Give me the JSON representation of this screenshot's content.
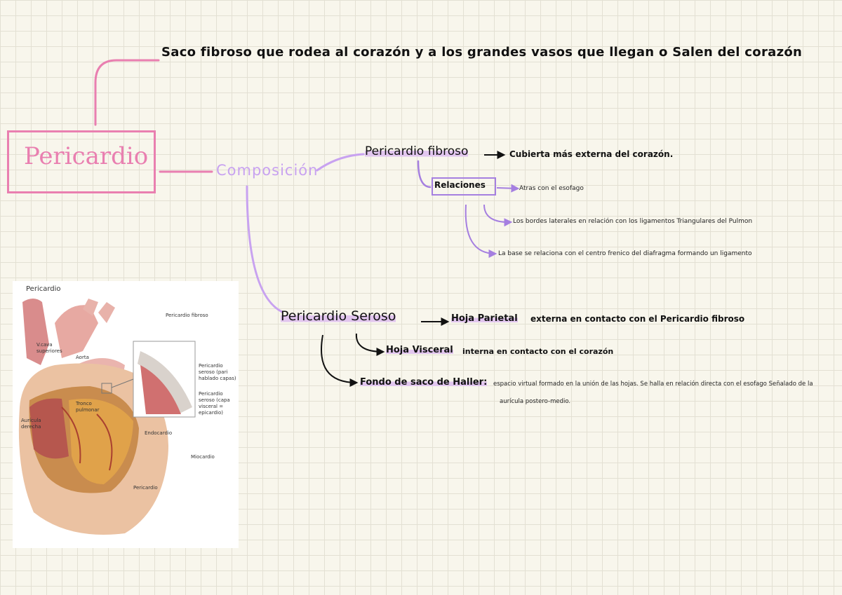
{
  "definition": "Saco fibroso que rodea al corazón y a los grandes vasos que llegan o Salen del corazón",
  "title": "Pericardio",
  "composicion": "Composición",
  "fibroso": {
    "label": "Pericardio fibroso",
    "desc": "Cubierta más externa del corazón."
  },
  "relaciones": {
    "label": "Relaciones",
    "items": [
      "Atras con el esofago",
      "Los bordes laterales en relación con los ligamentos Triangulares del Pulmon",
      "La base se relaciona con el centro frenico del diafragma formando un ligamento"
    ]
  },
  "seroso": {
    "label": "Pericardio Seroso",
    "parietal_label": "Hoja Parietal",
    "parietal_desc": "externa en contacto con el Pericardio fibroso",
    "visceral_label": "Hoja Visceral",
    "visceral_desc": "interna en contacto con el corazón",
    "haller_label": "Fondo de saco de Haller:",
    "haller_desc_1": "espacio virtual formado en la unión de las hojas. Se halla en relación directa con el esofago Señalado de la",
    "haller_desc_2": "aurícula postero-medio."
  },
  "figure": {
    "title": "Pericardio",
    "labels": {
      "vcava": "V.cava superiores",
      "aorta": "Aorta",
      "tronco": "Tronco pulmonar",
      "auricula": "Aurícula derecha",
      "fibroso": "Pericardio fibroso",
      "parietal": "Pericardio seroso (pari hablado capas)",
      "visceral": "Pericardio seroso (capa visceral = epicardio)",
      "endocardio": "Endocardio",
      "miocardio": "Miocardio",
      "pericardio": "Pericardio"
    }
  },
  "colors": {
    "pink": "#e97fb0",
    "lavender": "#c8a2f0",
    "purple": "#a57fe0",
    "highlight": "#e2c6ef"
  }
}
